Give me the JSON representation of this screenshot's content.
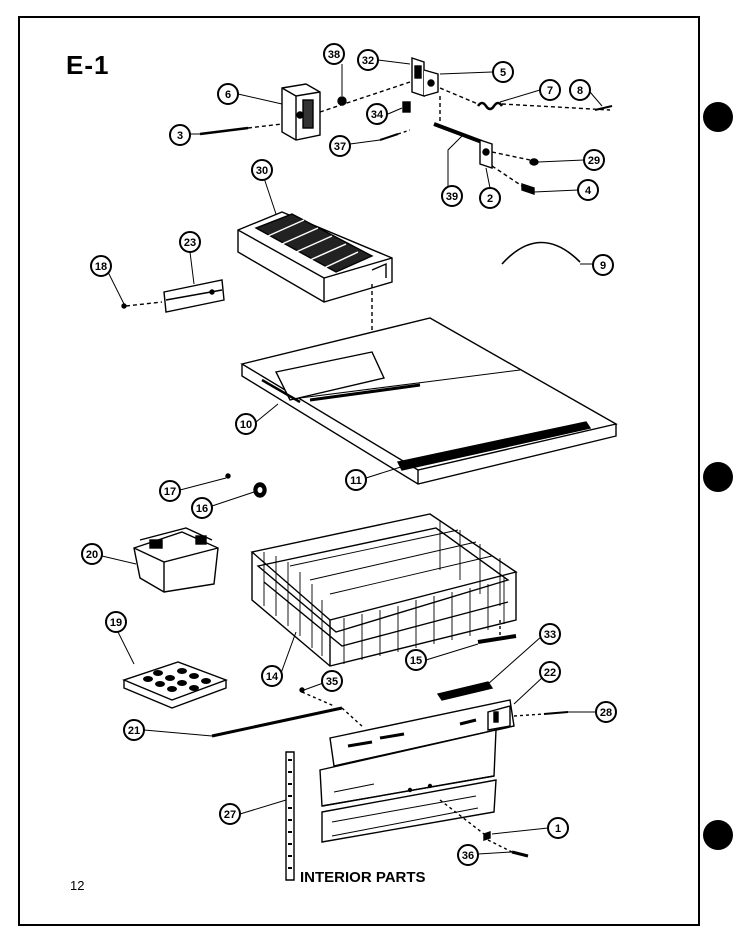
{
  "page": {
    "section_code": "E-1",
    "caption": "INTERIOR PARTS",
    "page_number": "12",
    "colors": {
      "ink": "#000000",
      "paper": "#ffffff"
    }
  },
  "callouts": [
    {
      "id": "c-38a",
      "label": "38"
    },
    {
      "id": "c-32",
      "label": "32"
    },
    {
      "id": "c-5",
      "label": "5"
    },
    {
      "id": "c-6",
      "label": "6"
    },
    {
      "id": "c-7",
      "label": "7"
    },
    {
      "id": "c-8",
      "label": "8"
    },
    {
      "id": "c-3",
      "label": "3"
    },
    {
      "id": "c-34",
      "label": "34"
    },
    {
      "id": "c-37",
      "label": "37"
    },
    {
      "id": "c-29",
      "label": "29"
    },
    {
      "id": "c-4",
      "label": "4"
    },
    {
      "id": "c-39",
      "label": "39"
    },
    {
      "id": "c-2",
      "label": "2"
    },
    {
      "id": "c-30",
      "label": "30"
    },
    {
      "id": "c-23",
      "label": "23"
    },
    {
      "id": "c-18",
      "label": "18"
    },
    {
      "id": "c-9",
      "label": "9"
    },
    {
      "id": "c-10",
      "label": "10"
    },
    {
      "id": "c-11",
      "label": "11"
    },
    {
      "id": "c-17",
      "label": "17"
    },
    {
      "id": "c-16",
      "label": "16"
    },
    {
      "id": "c-20",
      "label": "20"
    },
    {
      "id": "c-19",
      "label": "19"
    },
    {
      "id": "c-14",
      "label": "14"
    },
    {
      "id": "c-15",
      "label": "15"
    },
    {
      "id": "c-33",
      "label": "33"
    },
    {
      "id": "c-22",
      "label": "22"
    },
    {
      "id": "c-35a",
      "label": "35"
    },
    {
      "id": "c-21",
      "label": "21"
    },
    {
      "id": "c-28",
      "label": "28"
    },
    {
      "id": "c-27",
      "label": "27"
    },
    {
      "id": "c-1",
      "label": "1"
    },
    {
      "id": "c-36",
      "label": "36"
    }
  ]
}
